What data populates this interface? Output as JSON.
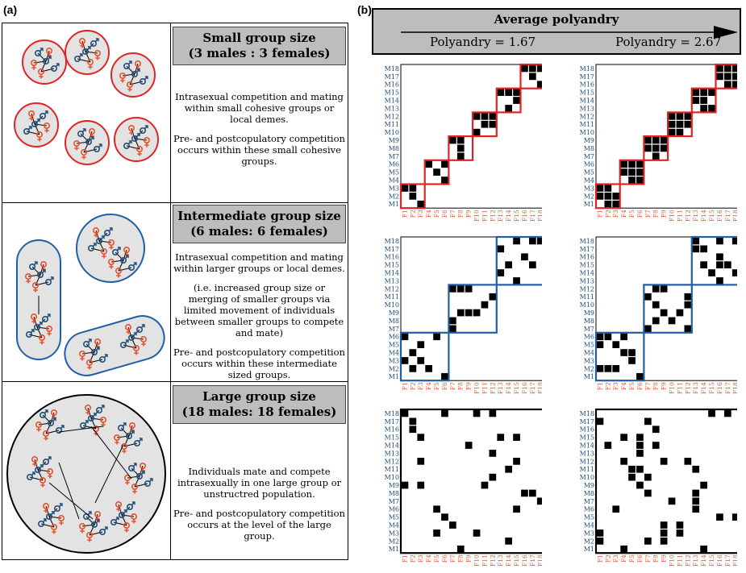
{
  "panel_a_label": "(a)",
  "panel_b_label": "(b)",
  "groups": [
    {
      "title": "Small group size",
      "subtitle": "(3 males : 3 females)",
      "paras": [
        "Intrasexual competition and mating within small cohesive groups or local demes.",
        "Pre- and postcopulatory competition occurs within these small cohesive groups."
      ]
    },
    {
      "title": "Intermediate group size",
      "subtitle": "(6 males: 6 females)",
      "paras": [
        "Intrasexual competition and mating within larger groups or local demes.",
        "(i.e.  increased group size or merging of smaller groups via limited movement of individuals between smaller groups to compete and mate)",
        "Pre- and postcopulatory competition occurs within these intermediate sized groups."
      ]
    },
    {
      "title": "Large group size",
      "subtitle": "(18 males: 18 females)",
      "paras": [
        "Individuals mate and compete intrasexually in one large group or unstructred population.",
        "Pre- and  postcopulatory competition occurs at the level of the large group."
      ]
    }
  ],
  "polyandry_arrow": {
    "title": "Average    polyandry",
    "left": "Polyandry = 1.67",
    "right": "Polyandry = 2.67"
  },
  "male_labels": [
    "M18",
    "M17",
    "M16",
    "M15",
    "M14",
    "M13",
    "M12",
    "M11",
    "M10",
    "M9",
    "M8",
    "M7",
    "M6",
    "M5",
    "M4",
    "M3",
    "M2",
    "M1"
  ],
  "female_labels": [
    "F1",
    "F2",
    "F3",
    "F4",
    "F5",
    "F6",
    "F7",
    "F8",
    "F9",
    "F10",
    "F11",
    "F12",
    "F13",
    "F14",
    "F15",
    "F16",
    "F17",
    "F18"
  ],
  "colors": {
    "male": "#1f4e79",
    "female": "#e8502a",
    "small": "#e02424",
    "intermediate": "#1f5fa8",
    "large": "#000000",
    "grey": "#e3e3e3"
  },
  "chart_data": [
    {
      "type": "heatmap",
      "name": "small-low",
      "block": 3,
      "frame": "small",
      "cells": [
        [
          1,
          3
        ],
        [
          2,
          2
        ],
        [
          3,
          1
        ],
        [
          3,
          2
        ],
        [
          6,
          4
        ],
        [
          6,
          6
        ],
        [
          5,
          5
        ],
        [
          4,
          6
        ],
        [
          9,
          7
        ],
        [
          9,
          8
        ],
        [
          8,
          8
        ],
        [
          7,
          8
        ],
        [
          12,
          10
        ],
        [
          12,
          11
        ],
        [
          12,
          12
        ],
        [
          11,
          11
        ],
        [
          11,
          12
        ],
        [
          10,
          10
        ],
        [
          15,
          13
        ],
        [
          15,
          14
        ],
        [
          15,
          15
        ],
        [
          14,
          15
        ],
        [
          13,
          14
        ],
        [
          18,
          16
        ],
        [
          18,
          17
        ],
        [
          18,
          18
        ],
        [
          17,
          17
        ],
        [
          16,
          18
        ]
      ]
    },
    {
      "type": "heatmap",
      "name": "small-high",
      "block": 3,
      "frame": "small",
      "cells": [
        [
          3,
          1
        ],
        [
          3,
          2
        ],
        [
          2,
          1
        ],
        [
          2,
          2
        ],
        [
          2,
          3
        ],
        [
          1,
          2
        ],
        [
          1,
          3
        ],
        [
          6,
          4
        ],
        [
          6,
          5
        ],
        [
          6,
          6
        ],
        [
          5,
          4
        ],
        [
          5,
          5
        ],
        [
          5,
          6
        ],
        [
          4,
          5
        ],
        [
          4,
          6
        ],
        [
          9,
          7
        ],
        [
          9,
          8
        ],
        [
          9,
          9
        ],
        [
          8,
          7
        ],
        [
          8,
          8
        ],
        [
          8,
          9
        ],
        [
          7,
          8
        ],
        [
          12,
          10
        ],
        [
          12,
          11
        ],
        [
          12,
          12
        ],
        [
          11,
          10
        ],
        [
          11,
          11
        ],
        [
          11,
          12
        ],
        [
          10,
          10
        ],
        [
          10,
          11
        ],
        [
          15,
          13
        ],
        [
          15,
          14
        ],
        [
          15,
          15
        ],
        [
          14,
          13
        ],
        [
          14,
          14
        ],
        [
          13,
          14
        ],
        [
          13,
          15
        ],
        [
          18,
          16
        ],
        [
          18,
          17
        ],
        [
          18,
          18
        ],
        [
          17,
          16
        ],
        [
          17,
          17
        ],
        [
          17,
          18
        ],
        [
          16,
          17
        ],
        [
          16,
          18
        ]
      ]
    },
    {
      "type": "heatmap",
      "name": "intermediate-low",
      "block": 6,
      "frame": "intermediate",
      "cells": [
        [
          6,
          1
        ],
        [
          6,
          5
        ],
        [
          5,
          3
        ],
        [
          4,
          2
        ],
        [
          3,
          1
        ],
        [
          3,
          3
        ],
        [
          2,
          2
        ],
        [
          2,
          4
        ],
        [
          1,
          6
        ],
        [
          12,
          7
        ],
        [
          12,
          8
        ],
        [
          12,
          9
        ],
        [
          11,
          12
        ],
        [
          10,
          11
        ],
        [
          9,
          8
        ],
        [
          9,
          9
        ],
        [
          9,
          10
        ],
        [
          8,
          7
        ],
        [
          7,
          7
        ],
        [
          18,
          15
        ],
        [
          18,
          17
        ],
        [
          18,
          18
        ],
        [
          17,
          13
        ],
        [
          16,
          16
        ],
        [
          15,
          14
        ],
        [
          15,
          17
        ],
        [
          14,
          13
        ],
        [
          13,
          15
        ]
      ]
    },
    {
      "type": "heatmap",
      "name": "intermediate-high",
      "block": 6,
      "frame": "intermediate",
      "cells": [
        [
          6,
          1
        ],
        [
          6,
          2
        ],
        [
          6,
          4
        ],
        [
          5,
          1
        ],
        [
          5,
          3
        ],
        [
          4,
          4
        ],
        [
          4,
          5
        ],
        [
          3,
          5
        ],
        [
          2,
          1
        ],
        [
          2,
          2
        ],
        [
          2,
          3
        ],
        [
          1,
          6
        ],
        [
          12,
          8
        ],
        [
          12,
          9
        ],
        [
          11,
          7
        ],
        [
          11,
          12
        ],
        [
          10,
          8
        ],
        [
          10,
          12
        ],
        [
          9,
          9
        ],
        [
          9,
          11
        ],
        [
          8,
          8
        ],
        [
          8,
          10
        ],
        [
          7,
          7
        ],
        [
          7,
          12
        ],
        [
          18,
          13
        ],
        [
          18,
          16
        ],
        [
          18,
          18
        ],
        [
          17,
          13
        ],
        [
          17,
          14
        ],
        [
          16,
          16
        ],
        [
          15,
          14
        ],
        [
          15,
          16
        ],
        [
          15,
          17
        ],
        [
          14,
          15
        ],
        [
          14,
          18
        ],
        [
          13,
          16
        ]
      ]
    },
    {
      "type": "heatmap",
      "name": "large-low",
      "block": 18,
      "frame": "large",
      "cells": [
        [
          18,
          1
        ],
        [
          18,
          6
        ],
        [
          18,
          10
        ],
        [
          18,
          12
        ],
        [
          17,
          2
        ],
        [
          16,
          2
        ],
        [
          15,
          3
        ],
        [
          15,
          13
        ],
        [
          15,
          15
        ],
        [
          14,
          9
        ],
        [
          13,
          12
        ],
        [
          12,
          3
        ],
        [
          12,
          15
        ],
        [
          11,
          14
        ],
        [
          10,
          12
        ],
        [
          9,
          1
        ],
        [
          9,
          3
        ],
        [
          9,
          11
        ],
        [
          8,
          16
        ],
        [
          7,
          18
        ],
        [
          6,
          5
        ],
        [
          6,
          15
        ],
        [
          5,
          6
        ],
        [
          4,
          7
        ],
        [
          3,
          5
        ],
        [
          3,
          10
        ],
        [
          2,
          14
        ],
        [
          1,
          8
        ],
        [
          8,
          17
        ]
      ]
    },
    {
      "type": "heatmap",
      "name": "large-high",
      "block": 18,
      "frame": "large",
      "cells": [
        [
          18,
          15
        ],
        [
          18,
          17
        ],
        [
          17,
          1
        ],
        [
          17,
          7
        ],
        [
          16,
          8
        ],
        [
          15,
          4
        ],
        [
          15,
          6
        ],
        [
          14,
          2
        ],
        [
          14,
          6
        ],
        [
          14,
          8
        ],
        [
          13,
          6
        ],
        [
          12,
          4
        ],
        [
          12,
          9
        ],
        [
          12,
          12
        ],
        [
          11,
          5
        ],
        [
          11,
          6
        ],
        [
          11,
          13
        ],
        [
          10,
          5
        ],
        [
          10,
          7
        ],
        [
          9,
          6
        ],
        [
          9,
          14
        ],
        [
          8,
          7
        ],
        [
          8,
          13
        ],
        [
          7,
          13
        ],
        [
          6,
          3
        ],
        [
          6,
          13
        ],
        [
          5,
          16
        ],
        [
          5,
          18
        ],
        [
          4,
          9
        ],
        [
          4,
          11
        ],
        [
          3,
          1
        ],
        [
          3,
          9
        ],
        [
          3,
          11
        ],
        [
          2,
          1
        ],
        [
          2,
          7
        ],
        [
          2,
          9
        ],
        [
          1,
          4
        ],
        [
          1,
          14
        ],
        [
          7,
          10
        ]
      ]
    }
  ]
}
